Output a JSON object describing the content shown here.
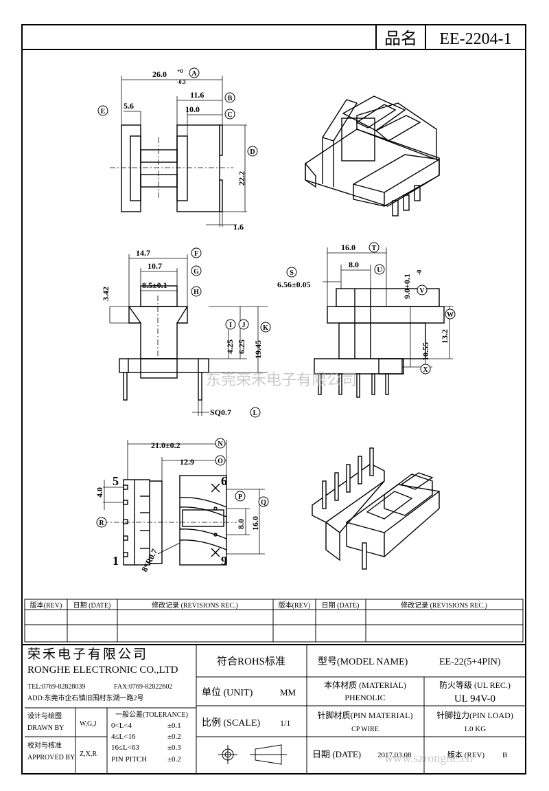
{
  "header": {
    "part_label": "品名",
    "part_number": "EE-2204-1"
  },
  "dims_top_left": {
    "a": "26.0",
    "a_tol_up": "+0",
    "a_tol_dn": "-0.3",
    "a_tag": "A",
    "b": "11.6",
    "b_tag": "B",
    "c": "10.0",
    "c_tag": "C",
    "d": "22.2",
    "d_tag": "D",
    "e": "5.6",
    "e_tag": "E",
    "f16": "1.6"
  },
  "dims_middle_left": {
    "f": "14.7",
    "f_tag": "F",
    "g": "10.7",
    "g_tag": "G",
    "h": "8.5±0.1",
    "h_tag": "H",
    "v342": "3.42",
    "i": "4.25",
    "i_tag": "I",
    "j": "6.25",
    "j_tag": "J",
    "k": "19.45",
    "k_tag": "K",
    "l": "SQ0.7",
    "l_tag": "L"
  },
  "dims_middle_right": {
    "t": "16.0",
    "t_tag": "T",
    "u": "8.0",
    "u_tag": "U",
    "s": "6.56±0.05",
    "s_tag": "S",
    "v": "9.0+0.1",
    "v_tol": "-0",
    "v_tag": "V",
    "w": "13.2",
    "w_tag": "W",
    "x": "10.55",
    "x_tag": "X"
  },
  "dims_bottom_left": {
    "n": "21.0±0.2",
    "n_tag": "N",
    "o": "12.9",
    "o_tag": "O",
    "p_tag": "P",
    "q": "16.0",
    "q_tag": "Q",
    "r_tag": "R",
    "v40": "4.0",
    "v80": "8.0",
    "r07": "8*R0.7",
    "pin5": "5",
    "pin1": "1",
    "pin6": "6",
    "pin9": "9"
  },
  "watermark": "东莞荣禾电子有限公司",
  "revisions": {
    "col_rev": "版本(REV)",
    "col_date": "日期 (DATE)",
    "col_rec": "修改记录 (REVISIONS REC.)"
  },
  "title_block": {
    "company_cn": "荣禾电子有限公司",
    "company_en": "RONGHE ELECTRONIC CO.,LTD",
    "tel": "TEL:0769-82828039",
    "fax": "FAX:0769-82822602",
    "addr": "ADD:东莞市企石镇旧围村东湖一路2号",
    "rohs": "符合ROHS标准",
    "model_label": "型号(MODEL NAME)",
    "model_value": "EE-22(5+4PIN)",
    "unit_label": "单位 (UNIT)",
    "unit_value": "MM",
    "material_label": "本体材质 (MATERIAL)",
    "material_value": "PHENOLIC",
    "ul_label": "防火等级 (UL REC.)",
    "ul_value": "UL 94V-0",
    "scale_label": "比例 (SCALE)",
    "scale_value": "1/1",
    "pin_mat_label": "针脚材质(PIN MATERIAL)",
    "pin_mat_value": "CP WIRE",
    "pin_load_label": "针脚拉力(PIN LOAD)",
    "pin_load_value": "1.0 KG",
    "design_cn": "设计与绘图",
    "design_en": "DRAWN BY",
    "design_val": "W,G,J",
    "check_cn": "校对与核准",
    "check_en": "APPROVED BY",
    "check_val": "Z,X,R",
    "tol_title": "一般公差(TOLERANCE)",
    "tol_r1": "0<L<4",
    "tol_v1": "±0.1",
    "tol_r2": "4≤L<16",
    "tol_v2": "±0.2",
    "tol_r3": "16≤L<63",
    "tol_v3": "±0.3",
    "tol_r4": "PIN PITCH",
    "tol_v4": "±0.2",
    "date_label": "日期 (DATE)",
    "date_value": "2017.03.08",
    "rev_label": "版本 (REV)",
    "rev_value": "B",
    "site": "www.szronghe.cn"
  }
}
